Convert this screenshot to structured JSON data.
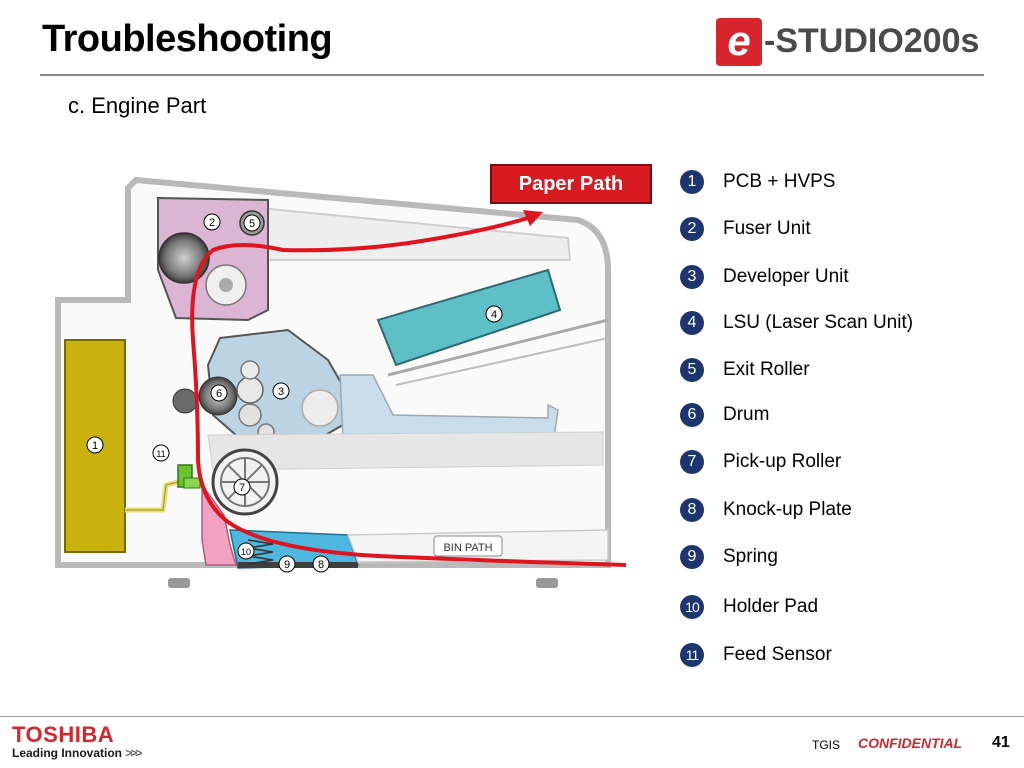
{
  "header": {
    "title": "Troubleshooting",
    "brand_e": "e",
    "brand_text": "-STUDIO200s",
    "subtitle": "c. Engine Part"
  },
  "diagram": {
    "paper_path_label": "Paper Path",
    "bin_path_label": "BIN PATH",
    "callouts": [
      "2",
      "5",
      "4",
      "6",
      "3",
      "1",
      "11",
      "7",
      "10",
      "9",
      "8"
    ],
    "colors": {
      "pcb": "#c9b20e",
      "fuser": "#dcb4d4",
      "developer": "#bcd3e3",
      "lsu": "#5fbfc7",
      "paper_path": "#e0141e",
      "sensor": "#6ac431",
      "holder_pad": "#f2a1c0",
      "plate": "#4fb8e0"
    }
  },
  "legend": [
    {
      "num": "1",
      "label": "PCB + HVPS"
    },
    {
      "num": "2",
      "label": "Fuser Unit"
    },
    {
      "num": "3",
      "label": "Developer Unit"
    },
    {
      "num": "4",
      "label": "LSU (Laser Scan Unit)"
    },
    {
      "num": "5",
      "label": "Exit Roller"
    },
    {
      "num": "6",
      "label": "Drum"
    },
    {
      "num": "7",
      "label": "Pick-up Roller"
    },
    {
      "num": "8",
      "label": "Knock-up Plate"
    },
    {
      "num": "9",
      "label": "Spring"
    },
    {
      "num": "10",
      "label": "Holder Pad"
    },
    {
      "num": "11",
      "label": "Feed Sensor"
    }
  ],
  "footer": {
    "brand": "TOSHIBA",
    "tagline": "Leading Innovation",
    "tagline_arrows": ">>>",
    "tgis": "TGIS",
    "confidential": "CONFIDENTIAL",
    "page": "41"
  }
}
